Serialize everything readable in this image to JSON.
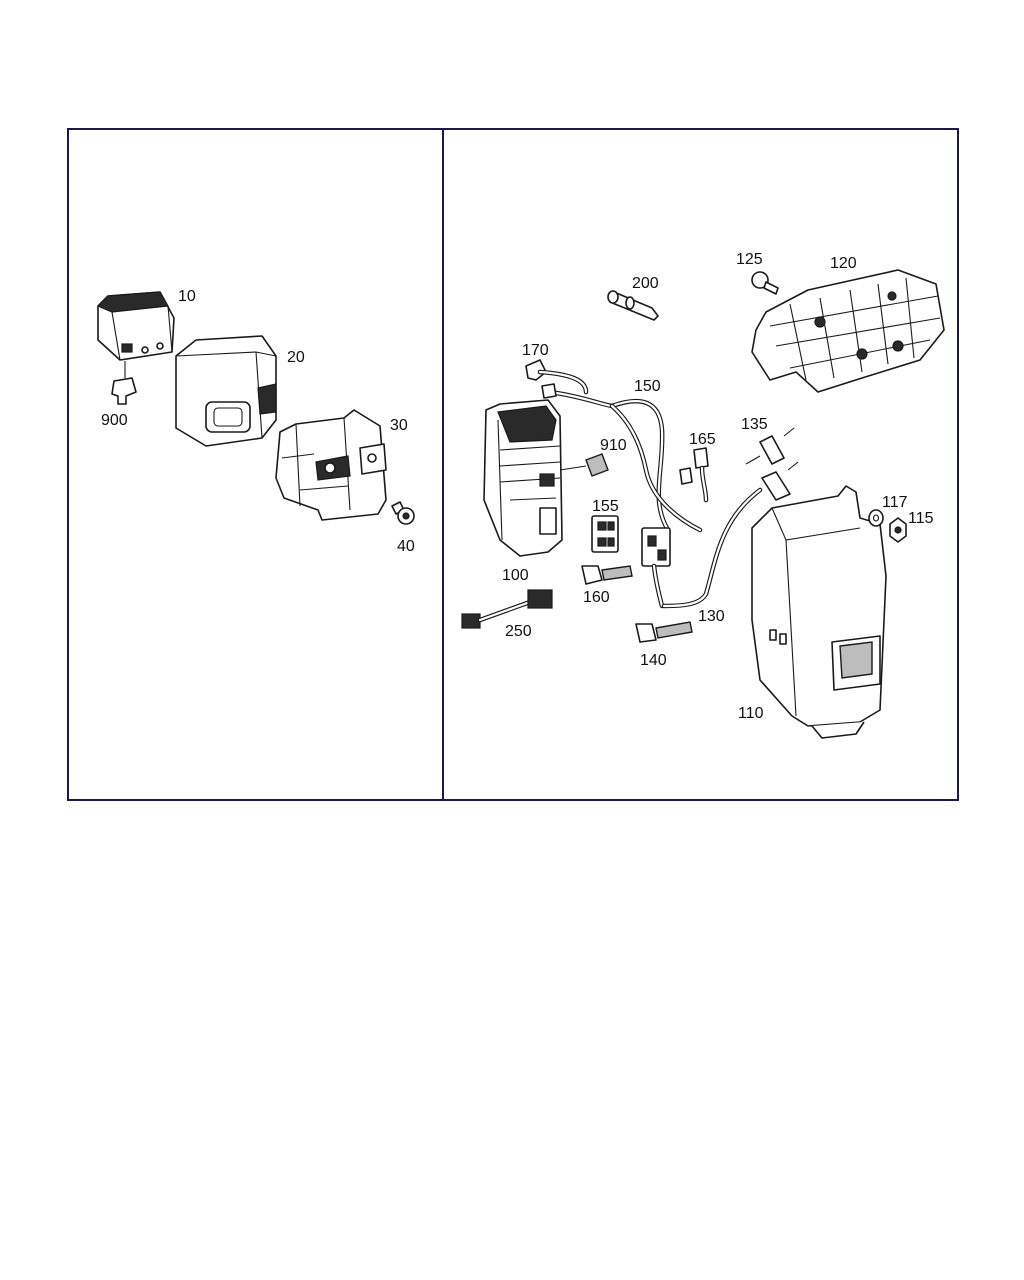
{
  "diagram": {
    "frame_color": "#1a1a4a",
    "left_panel": {
      "labels": {
        "p10": "10",
        "p20": "20",
        "p30": "30",
        "p40": "40",
        "p900": "900"
      }
    },
    "right_panel": {
      "labels": {
        "p100": "100",
        "p110": "110",
        "p115": "115",
        "p117": "117",
        "p120": "120",
        "p125": "125",
        "p130": "130",
        "p135": "135",
        "p140": "140",
        "p150": "150",
        "p155": "155",
        "p160": "160",
        "p165": "165",
        "p170": "170",
        "p200": "200",
        "p250": "250",
        "p910": "910"
      }
    }
  }
}
